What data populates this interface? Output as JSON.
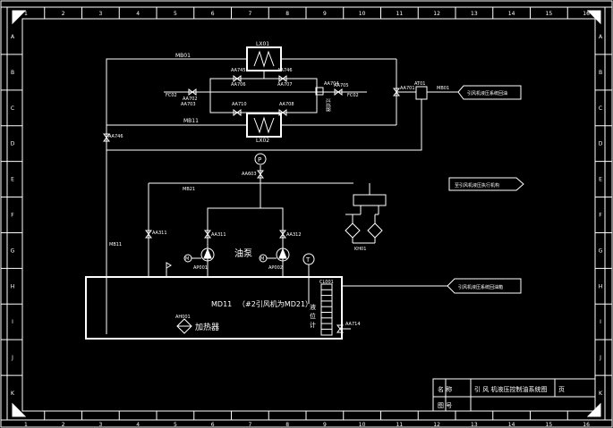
{
  "frame": {
    "col_numbers": [
      "1",
      "2",
      "3",
      "4",
      "5",
      "6",
      "7",
      "8",
      "9",
      "10",
      "11",
      "12",
      "13",
      "14",
      "15",
      "16"
    ],
    "row_letters": [
      "A",
      "B",
      "C",
      "D",
      "E",
      "F",
      "G",
      "H",
      "I",
      "J",
      "K"
    ]
  },
  "labels": {
    "heat_exchanger_top": "LX01",
    "heat_exchanger_bottom": "LX02",
    "pipe_top": "MB01",
    "pipe_cooler": "MB11",
    "pipe_pump": "MB21",
    "pipe_left": "MB11",
    "valve_aa745": "AA745",
    "valve_aa746": "AA746",
    "valve_aa706": "AA706",
    "valve_aa707": "AA707",
    "valve_aa702": "AA702",
    "valve_aa703": "AA703",
    "valve_aa705": "AA705",
    "valve_aa708": "AA708",
    "valve_aa704": "AA704",
    "valve_aa704_code": "FC02",
    "fc_left": "FC02",
    "fc_right": "FC02",
    "filter_code": "KH01",
    "filter_label": "AT01",
    "pipe_right": "MB01",
    "filter_side": "过滤器",
    "drain_valve": "AA701",
    "valve_aa710": "AA710",
    "pump_valve_left": "AA311",
    "pump_valve_right": "AA312",
    "pump_left_code": "AP001",
    "pump_right_code": "AP002",
    "pump_left_motor": "M",
    "pump_right_motor": "M",
    "pump_title": "油泵",
    "pressure_symbol": "P",
    "pressure_valve": "AA603",
    "temp_symbol": "T",
    "level_code": "CL001",
    "level_label_1": "液",
    "level_label_2": "位",
    "level_label_3": "计",
    "tank_code": "MD11",
    "tank_note": "（#2引风机为MD21）",
    "heater_code": "AH001",
    "heater_label": "加热器",
    "drain_right": "AA714",
    "switch_code": "KH01",
    "arrow_top_text": "引风机液压系统回油",
    "arrow_mid_text": "至引风机液压执行机构",
    "arrow_bottom_text": "引风机液压系统回油箱"
  },
  "title_block": {
    "name_label": "名  称",
    "name_value": "引  风 机液压控制油系统图",
    "page_label": "页",
    "drawing_no_label": "图  号",
    "drawing_no_value": ""
  }
}
